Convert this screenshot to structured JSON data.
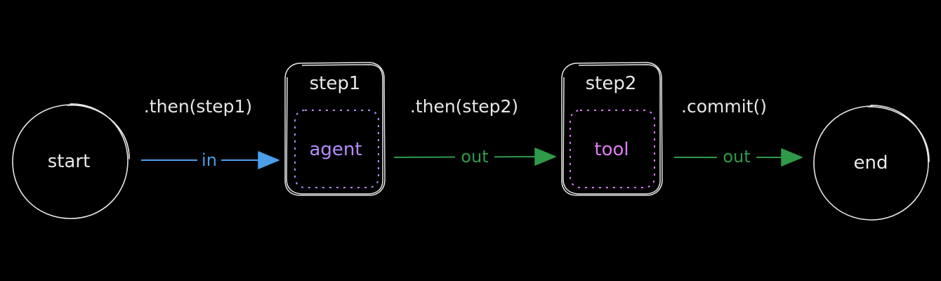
{
  "nodes": {
    "start": {
      "label": "start"
    },
    "step1": {
      "title": "step1",
      "inner": "agent"
    },
    "step2": {
      "title": "step2",
      "inner": "tool"
    },
    "end": {
      "label": "end"
    }
  },
  "edges": {
    "e1": {
      "caption": ".then(step1)",
      "label": "in",
      "color": "#4a9fe8"
    },
    "e2": {
      "caption": ".then(step2)",
      "label": "out",
      "color": "#2f9a49"
    },
    "e3": {
      "caption": ".commit()",
      "label": "out",
      "color": "#2f9a49"
    }
  },
  "colors": {
    "background": "#000000",
    "stroke": "#e6e6e6",
    "text": "#e8e8e8",
    "agent": "#b58cff",
    "tool": "#dd7cf2"
  }
}
